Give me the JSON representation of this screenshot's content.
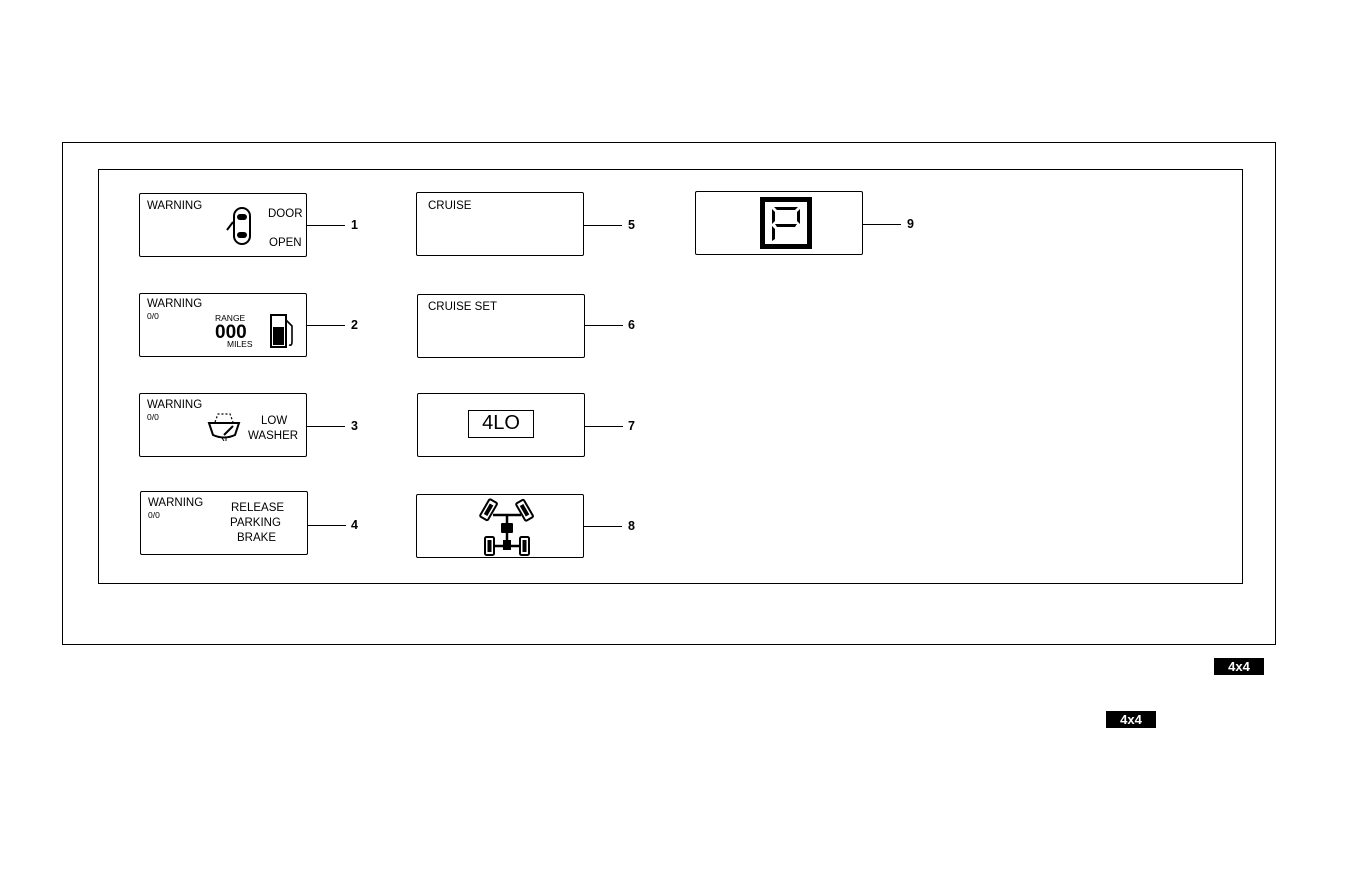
{
  "panels": {
    "p1": {
      "warning": "WARNING",
      "line1": "DOOR",
      "line2": "OPEN"
    },
    "p2": {
      "warning": "WARNING",
      "code": "0/0",
      "range": "RANGE",
      "digits": "000",
      "units": "MILES"
    },
    "p3": {
      "warning": "WARNING",
      "code": "0/0",
      "line1": "LOW",
      "line2": "WASHER"
    },
    "p4": {
      "warning": "WARNING",
      "code": "0/0",
      "line1": "RELEASE",
      "line2": "PARKING",
      "line3": "BRAKE"
    },
    "p5": {
      "label": "CRUISE"
    },
    "p6": {
      "label": "CRUISE SET"
    },
    "p7": {
      "label": "4LO"
    }
  },
  "callouts": [
    "1",
    "2",
    "3",
    "4",
    "5",
    "6",
    "7",
    "8",
    "9"
  ],
  "badges": [
    "4x4",
    "4x4"
  ],
  "icons": {
    "door": "car-door-open-icon",
    "fuel": "fuel-pump-icon",
    "washer": "windshield-washer-icon",
    "drivetrain": "four-wheel-drive-icon",
    "gear": "gear-p-segment-icon"
  }
}
